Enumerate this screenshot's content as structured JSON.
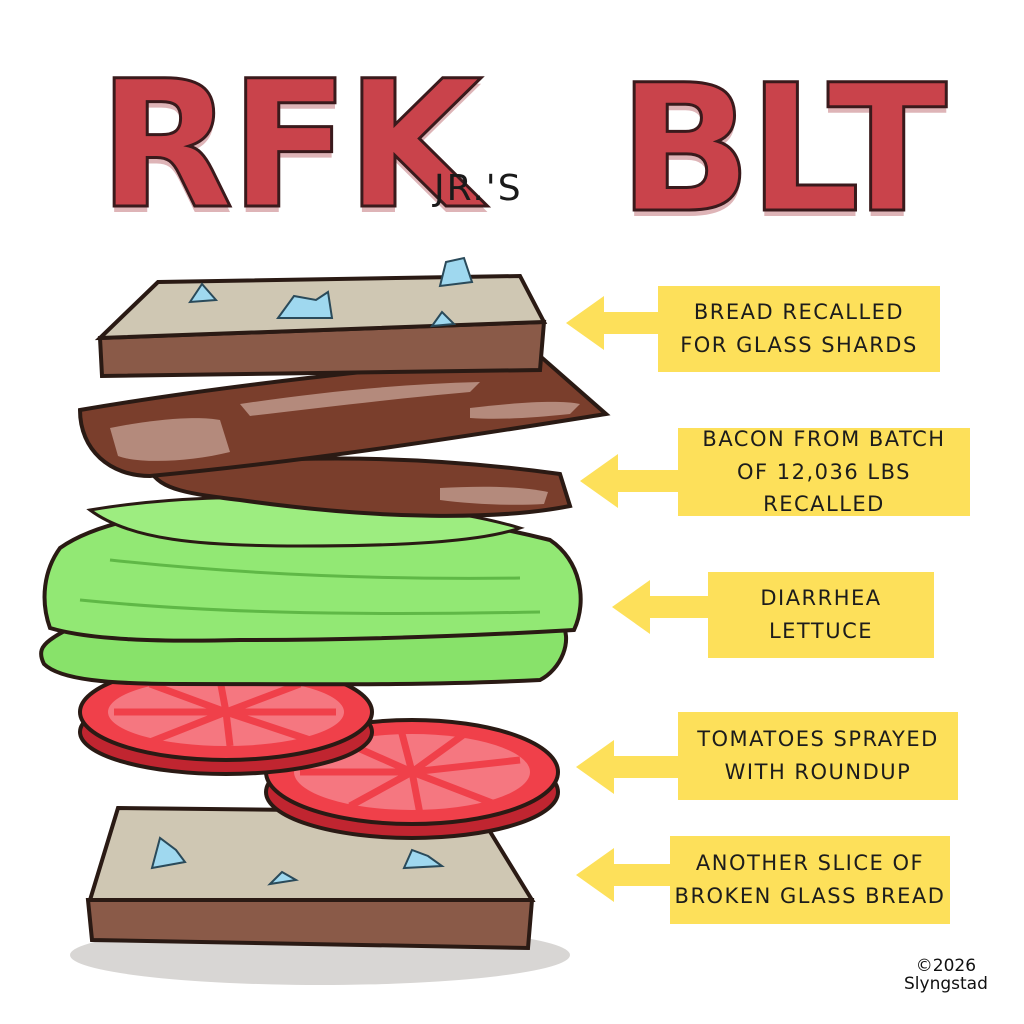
{
  "title": {
    "rfk": "RFK",
    "jr": "JR.'S",
    "blt": "BLT"
  },
  "colors": {
    "title_red": "#c9434b",
    "label_yellow": "#fde05a",
    "bread_crust": "#8a5a48",
    "bread_crumb": "#cfc7b3",
    "bacon": "#7a3e2c",
    "lettuce": "#88e26a",
    "tomato": "#f0404a",
    "glass": "#9fd8ef"
  },
  "labels": [
    {
      "text": "BREAD RECALLED\nFOR GLASS SHARDS"
    },
    {
      "text": "BACON FROM BATCH\nOF 12,036 LBS RECALLED"
    },
    {
      "text": "DIARRHEA\nLETTUCE"
    },
    {
      "text": "TOMATOES SPRAYED\nWITH ROUNDUP"
    },
    {
      "text": "ANOTHER SLICE OF\nBROKEN GLASS BREAD"
    }
  ],
  "signature": {
    "copyright": "©2026",
    "artist": "Slyngstad"
  }
}
